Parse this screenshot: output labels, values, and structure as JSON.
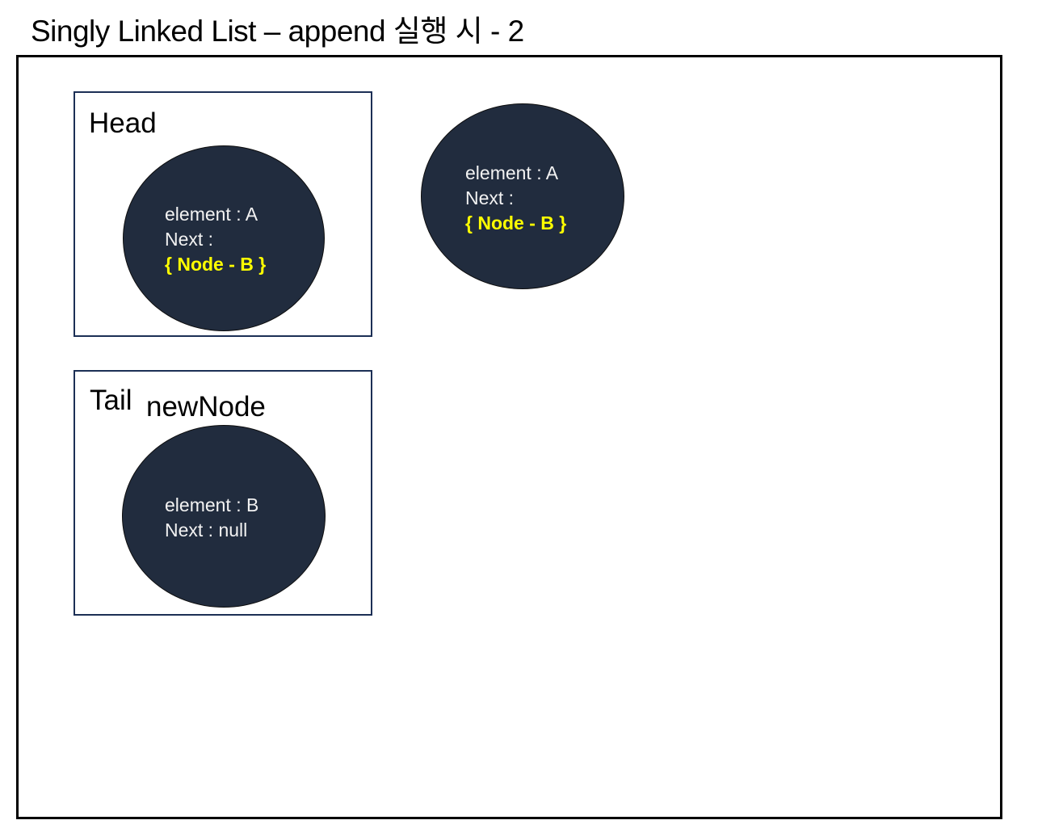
{
  "title": "Singly Linked List – append 실행 시 - 2",
  "colors": {
    "node_fill": "#212c3e",
    "node_text": "#f2f2f2",
    "highlight_text": "#ffff00",
    "group_box_border": "#1c2f55",
    "frame_border": "#000000"
  },
  "head_group": {
    "label": "Head",
    "node": {
      "element_line": "element : A",
      "next_line": "Next :",
      "pointer_line": "{ Node - B }"
    }
  },
  "detached_node": {
    "element_line": "element : A",
    "next_line": "Next :",
    "pointer_line": "{ Node - B }"
  },
  "tail_group": {
    "label": "Tail",
    "sublabel": "newNode",
    "node": {
      "element_line": "element : B",
      "next_line": "Next : null"
    }
  }
}
